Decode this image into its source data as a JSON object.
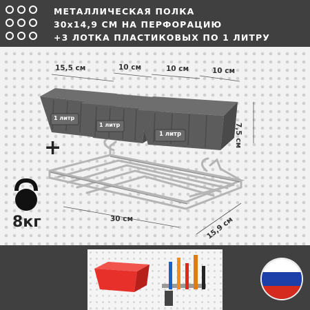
{
  "header": {
    "lines": [
      "МЕТАЛЛИЧЕСКАЯ ПОЛКА",
      "30x14,9 СМ НА ПЕРФОРАЦИЮ",
      "+3 ЛОТКА ПЛАСТИКОВЫХ ПО 1 ЛИТРУ"
    ],
    "decor_icon": "circle-grid-icon"
  },
  "dimensions": {
    "tray_length": "15,5 см",
    "tray_width_1": "10 см",
    "tray_width_2": "10 см",
    "tray_width_3": "10 см",
    "tray_height": "7,5 см",
    "shelf_length": "30 см",
    "shelf_depth": "15,9 см"
  },
  "trays": {
    "label": "1 литр",
    "count": 3,
    "color": "#5c5c5c"
  },
  "plus_sign": "+",
  "weight": {
    "icon": "kettlebell-icon",
    "label": "8кг"
  },
  "colors": {
    "header_bg": "#404040",
    "board_bg": "#f2f2f2",
    "tray_gray": "#5c5c5c",
    "photo_tray_red": "#e8302a",
    "wire": "#b5b5b5"
  },
  "flag": {
    "icon": "russia-flag-icon",
    "stripes": [
      "#ffffff",
      "#1c3fa8",
      "#d52b1e"
    ]
  }
}
